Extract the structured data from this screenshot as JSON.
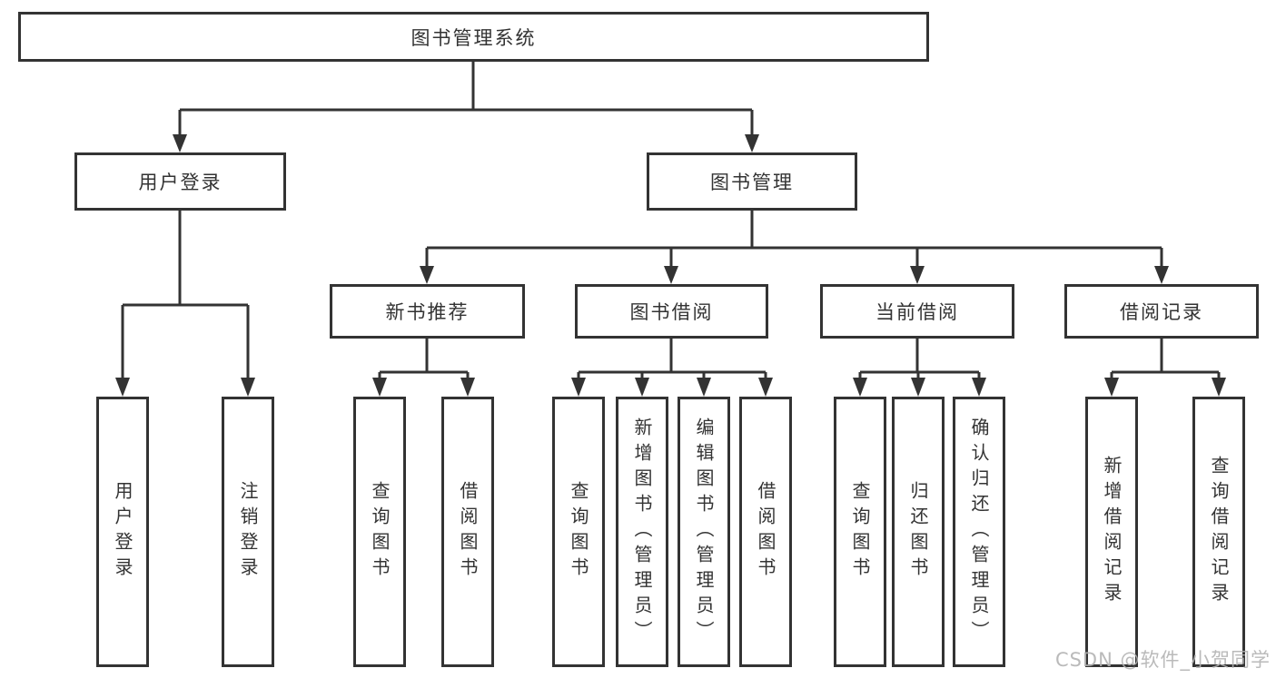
{
  "diagram": {
    "colors": {
      "line": "#333333",
      "box_border": "#333333",
      "text": "#333333",
      "background": "#ffffff",
      "watermark": "#b2b2b2"
    }
  },
  "tree": {
    "root": {
      "label": "图书管理系统"
    },
    "branches": [
      {
        "label": "用户登录",
        "children": [
          {
            "label": "用户登录"
          },
          {
            "label": "注销登录"
          }
        ]
      },
      {
        "label": "图书管理",
        "children": [
          {
            "label": "新书推荐",
            "children": [
              {
                "label": "查询图书"
              },
              {
                "label": "借阅图书"
              }
            ]
          },
          {
            "label": "图书借阅",
            "children": [
              {
                "label": "查询图书"
              },
              {
                "label": "新增图书（管理员）"
              },
              {
                "label": "编辑图书（管理员）"
              },
              {
                "label": "借阅图书"
              }
            ]
          },
          {
            "label": "当前借阅",
            "children": [
              {
                "label": "查询图书"
              },
              {
                "label": "归还图书"
              },
              {
                "label": "确认归还（管理员）"
              }
            ]
          },
          {
            "label": "借阅记录",
            "children": [
              {
                "label": "新增借阅记录"
              },
              {
                "label": "查询借阅记录"
              }
            ]
          }
        ]
      }
    ]
  },
  "watermark": "CSDN @软件_小贺同学"
}
